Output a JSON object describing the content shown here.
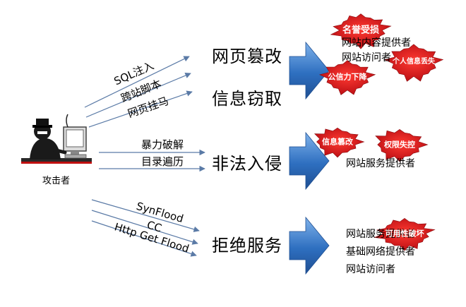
{
  "attacker": {
    "label": "攻击者"
  },
  "groups": [
    {
      "category": "网页篡改",
      "methods": [
        "SQL注入",
        "跨站脚本",
        "网页挂马"
      ],
      "impacts": [
        "网站内容提供者",
        "网站访问者"
      ],
      "bursts": [
        "名誉受损",
        "公信力下降",
        "个人信息丢失"
      ]
    },
    {
      "category": "信息窃取"
    },
    {
      "category": "非法入侵",
      "methods": [
        "暴力破解",
        "目录遍历"
      ],
      "impacts": [
        "网站服务提供者"
      ],
      "bursts": [
        "信息篡改",
        "权限失控"
      ]
    },
    {
      "category": "拒绝服务",
      "methods": [
        "SynFlood",
        "CC",
        "Http Get Flood"
      ],
      "impacts": [
        "网站服务提供者",
        "基础网络提供者",
        "网站访问者"
      ],
      "bursts": [
        "可用性破坏"
      ]
    }
  ],
  "colors": {
    "arrow_fill": "#2e6fc0",
    "arrow_highlight": "#7fb2ea",
    "burst_fill": "#d0151d",
    "line": "#5a7aa6"
  }
}
